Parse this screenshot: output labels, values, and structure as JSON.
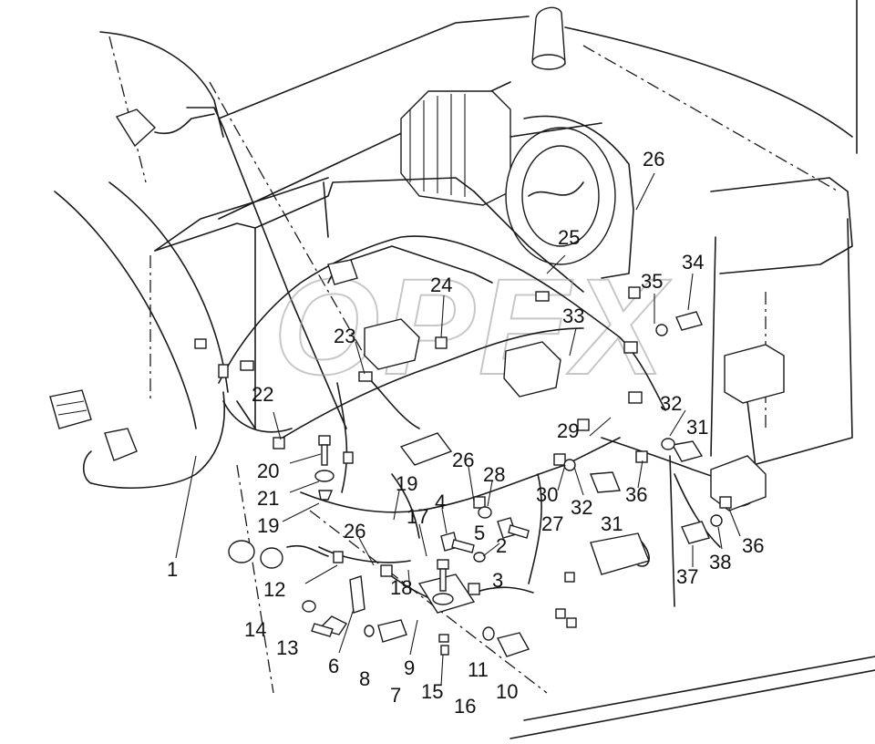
{
  "diagram": {
    "watermark": "OPEX",
    "callouts": [
      {
        "id": "c1",
        "text": "1"
      },
      {
        "id": "c2",
        "text": "2"
      },
      {
        "id": "c3",
        "text": "3"
      },
      {
        "id": "c4",
        "text": "4"
      },
      {
        "id": "c5",
        "text": "5"
      },
      {
        "id": "c6",
        "text": "6"
      },
      {
        "id": "c7",
        "text": "7"
      },
      {
        "id": "c8",
        "text": "8"
      },
      {
        "id": "c9",
        "text": "9"
      },
      {
        "id": "c10",
        "text": "10"
      },
      {
        "id": "c11",
        "text": "11"
      },
      {
        "id": "c12",
        "text": "12"
      },
      {
        "id": "c13",
        "text": "13"
      },
      {
        "id": "c14",
        "text": "14"
      },
      {
        "id": "c15",
        "text": "15"
      },
      {
        "id": "c16",
        "text": "16"
      },
      {
        "id": "c17",
        "text": "17"
      },
      {
        "id": "c18",
        "text": "18"
      },
      {
        "id": "c19a",
        "text": "19"
      },
      {
        "id": "c19b",
        "text": "19"
      },
      {
        "id": "c20",
        "text": "20"
      },
      {
        "id": "c21",
        "text": "21"
      },
      {
        "id": "c22",
        "text": "22"
      },
      {
        "id": "c23",
        "text": "23"
      },
      {
        "id": "c24",
        "text": "24"
      },
      {
        "id": "c25",
        "text": "25"
      },
      {
        "id": "c26a",
        "text": "26"
      },
      {
        "id": "c26b",
        "text": "26"
      },
      {
        "id": "c26c",
        "text": "26"
      },
      {
        "id": "c27",
        "text": "27"
      },
      {
        "id": "c28",
        "text": "28"
      },
      {
        "id": "c29",
        "text": "29"
      },
      {
        "id": "c30",
        "text": "30"
      },
      {
        "id": "c31a",
        "text": "31"
      },
      {
        "id": "c31b",
        "text": "31"
      },
      {
        "id": "c32a",
        "text": "32"
      },
      {
        "id": "c32b",
        "text": "32"
      },
      {
        "id": "c33",
        "text": "33"
      },
      {
        "id": "c34",
        "text": "34"
      },
      {
        "id": "c35",
        "text": "35"
      },
      {
        "id": "c36a",
        "text": "36"
      },
      {
        "id": "c36b",
        "text": "36"
      },
      {
        "id": "c37",
        "text": "37"
      },
      {
        "id": "c38",
        "text": "38"
      }
    ]
  }
}
